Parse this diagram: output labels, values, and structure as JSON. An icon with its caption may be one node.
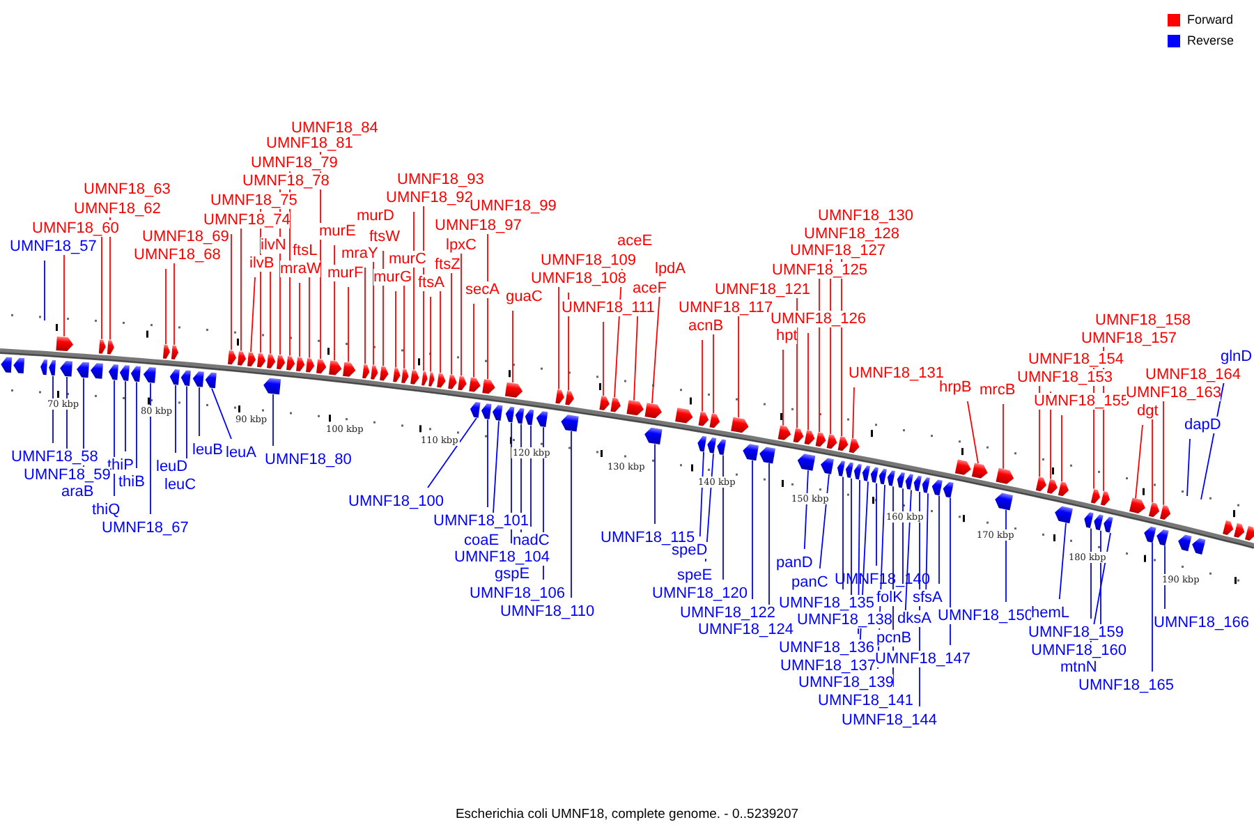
{
  "diagram": {
    "caption": "Escherichia coli UMNF18, complete genome. - 0..5239207",
    "nodes": [
      {
        "text": [
          "UMNF18_57"
        ]
      },
      {
        "text": [
          "UMNF18_60"
        ]
      },
      {
        "text": [
          "UMNF18_62"
        ]
      },
      {
        "text": [
          "UMNF18_63"
        ]
      },
      {
        "text": [
          "UMNF18_69"
        ]
      },
      {
        "text": [
          "UMNF18_68"
        ]
      },
      {
        "text": [
          "UMNF18_84"
        ]
      },
      {
        "text": [
          "UMNF18_81"
        ]
      },
      {
        "text": [
          "UMNF18_79"
        ]
      },
      {
        "text": [
          "UMNF18_78"
        ]
      },
      {
        "text": [
          "UMNF18_75"
        ]
      },
      {
        "text": [
          "UMNF18_74"
        ]
      },
      {
        "text": [
          "ilvN"
        ]
      },
      {
        "text": [
          "ilvB"
        ]
      },
      {
        "text": [
          "ftsL"
        ]
      },
      {
        "text": [
          "mraW"
        ]
      },
      {
        "text": [
          "murE"
        ]
      },
      {
        "text": [
          "murF"
        ]
      },
      {
        "text": [
          "mraY"
        ]
      },
      {
        "text": [
          "murD"
        ]
      },
      {
        "text": [
          "ftsW"
        ]
      },
      {
        "text": [
          "murG"
        ]
      },
      {
        "text": [
          "murC"
        ]
      },
      {
        "text": [
          "UMNF18_93"
        ]
      },
      {
        "text": [
          "UMNF18_92"
        ]
      },
      {
        "text": [
          "UMNF18_99"
        ]
      },
      {
        "text": [
          "UMNF18_97"
        ]
      },
      {
        "text": [
          "lpxC"
        ]
      },
      {
        "text": [
          "ftsZ"
        ]
      },
      {
        "text": [
          "ftsA"
        ]
      },
      {
        "text": [
          "secA"
        ]
      },
      {
        "text": [
          "guaC"
        ]
      },
      {
        "text": [
          "UMNF18_109"
        ]
      },
      {
        "text": [
          "UMNF18_108"
        ]
      },
      {
        "text": [
          "UMNF18_111"
        ]
      },
      {
        "text": [
          "aceE"
        ]
      },
      {
        "text": [
          "lpdA"
        ]
      },
      {
        "text": [
          "aceF"
        ]
      },
      {
        "text": [
          "UMNF18_121"
        ]
      },
      {
        "text": [
          "UMNF18_117"
        ]
      },
      {
        "text": [
          "acnB"
        ]
      },
      {
        "text": [
          "UMNF18_130"
        ]
      },
      {
        "text": [
          "UMNF18_128"
        ]
      },
      {
        "text": [
          "UMNF18_127"
        ]
      },
      {
        "text": [
          "UMNF18_125"
        ]
      },
      {
        "text": [
          "UMNF18_126"
        ]
      },
      {
        "text": [
          "hpt"
        ]
      },
      {
        "text": [
          "UMNF18_131"
        ]
      },
      {
        "text": [
          "hrpB"
        ]
      },
      {
        "text": [
          "mrcB"
        ]
      },
      {
        "text": [
          "UMNF18_158"
        ]
      },
      {
        "text": [
          "UMNF18_157"
        ]
      },
      {
        "text": [
          "UMNF18_154"
        ]
      },
      {
        "text": [
          "UMNF18_153"
        ]
      },
      {
        "text": [
          "UMNF18_155"
        ]
      },
      {
        "text": [
          "UMNF18_164"
        ]
      },
      {
        "text": [
          "UMNF18_163"
        ]
      },
      {
        "text": [
          "dgt"
        ]
      },
      {
        "text": [
          "glnD"
        ]
      },
      {
        "text": [
          "dapD"
        ]
      },
      {
        "text": [
          "UMNF18_58"
        ]
      },
      {
        "text": [
          "thiP"
        ]
      },
      {
        "text": [
          "leuD"
        ]
      },
      {
        "text": [
          "leuB"
        ]
      },
      {
        "text": [
          "leuA"
        ]
      },
      {
        "text": [
          "UMNF18_80"
        ]
      },
      {
        "text": [
          "UMNF18_59"
        ]
      },
      {
        "text": [
          "thiB"
        ]
      },
      {
        "text": [
          "leuC"
        ]
      },
      {
        "text": [
          "araB"
        ]
      },
      {
        "text": [
          "thiQ"
        ]
      },
      {
        "text": [
          "UMNF18_67"
        ]
      },
      {
        "text": [
          "UMNF18_100"
        ]
      },
      {
        "text": [
          "UMNF18_101"
        ]
      },
      {
        "text": [
          "coaE"
        ]
      },
      {
        "text": [
          "nadC"
        ]
      },
      {
        "text": [
          "UMNF18_104"
        ]
      },
      {
        "text": [
          "gspE"
        ]
      },
      {
        "text": [
          "UMNF18_106"
        ]
      },
      {
        "text": [
          "UMNF18_110"
        ]
      },
      {
        "text": [
          "UMNF18_115"
        ]
      },
      {
        "text": [
          "speD"
        ]
      },
      {
        "text": [
          "speE"
        ]
      },
      {
        "text": [
          "UMNF18_120"
        ]
      },
      {
        "text": [
          "UMNF18_122"
        ]
      },
      {
        "text": [
          "UMNF18_124"
        ]
      },
      {
        "text": [
          "panD"
        ]
      },
      {
        "text": [
          "panC"
        ]
      },
      {
        "text": [
          "UMNF18_140"
        ]
      },
      {
        "text": [
          "folK"
        ]
      },
      {
        "text": [
          "sfsA"
        ]
      },
      {
        "text": [
          "UMNF18_135"
        ]
      },
      {
        "text": [
          "UMNF18_138"
        ]
      },
      {
        "text": [
          "dksA"
        ]
      },
      {
        "text": [
          "UMNF18_150"
        ]
      },
      {
        "text": [
          "hemL"
        ]
      },
      {
        "text": [
          "UMNF18_166"
        ]
      },
      {
        "text": [
          "UMNF18_159"
        ]
      },
      {
        "text": [
          "pcnB"
        ]
      },
      {
        "text": [
          "UMNF18_136"
        ]
      },
      {
        "text": [
          "UMNF18_160"
        ]
      },
      {
        "text": [
          "UMNF18_147"
        ]
      },
      {
        "text": [
          "UMNF18_137"
        ]
      },
      {
        "text": [
          "mtnN"
        ]
      },
      {
        "text": [
          "UMNF18_139"
        ]
      },
      {
        "text": [
          "UMNF18_165"
        ]
      },
      {
        "text": [
          "UMNF18_141"
        ]
      },
      {
        "text": [
          "UMNF18_144"
        ]
      },
      {
        "text": [],
        "shape": "pentagon"
      },
      {
        "text": [],
        "shape": "pentagon"
      },
      {
        "text": [],
        "shape": "pentagon"
      },
      {
        "text": [],
        "shape": "pentagon"
      },
      {
        "text": [],
        "shape": "pentagon"
      },
      {
        "text": [],
        "shape": "pentagon"
      },
      {
        "text": [],
        "shape": "pentagon"
      },
      {
        "text": [],
        "shape": "pentagon"
      },
      {
        "text": [],
        "shape": "pentagon"
      },
      {
        "text": [],
        "shape": "pentagon"
      },
      {
        "text": [],
        "shape": "pentagon"
      },
      {
        "text": [],
        "shape": "pentagon"
      },
      {
        "text": [],
        "shape": "pentagon"
      },
      {
        "text": [],
        "shape": "pentagon"
      },
      {
        "text": [],
        "shape": "pentagon"
      },
      {
        "text": [],
        "shape": "pentagon"
      },
      {
        "text": [],
        "shape": "pentagon"
      },
      {
        "text": [],
        "shape": "pentagon"
      },
      {
        "text": [],
        "shape": "pentagon"
      },
      {
        "text": [],
        "shape": "pentagon"
      },
      {
        "text": [],
        "shape": "pentagon"
      },
      {
        "text": [],
        "shape": "pentagon"
      },
      {
        "text": [],
        "shape": "pentagon"
      },
      {
        "text": [],
        "shape": "pentagon"
      },
      {
        "text": [],
        "shape": "pentagon"
      },
      {
        "text": [],
        "shape": "pentagon"
      },
      {
        "text": [],
        "shape": "pentagon"
      },
      {
        "text": [],
        "shape": "pentagon"
      },
      {
        "text": [],
        "shape": "pentagon"
      },
      {
        "text": [],
        "shape": "pentagon"
      },
      {
        "text": [],
        "shape": "pentagon"
      },
      {
        "text": [],
        "shape": "pentagon"
      },
      {
        "text": [],
        "shape": "pentagon"
      },
      {
        "text": [],
        "shape": "pentagon"
      },
      {
        "text": [],
        "shape": "pentagon"
      },
      {
        "text": [],
        "shape": "pentagon"
      },
      {
        "text": [],
        "shape": "pentagon"
      },
      {
        "text": [],
        "shape": "pentagon"
      },
      {
        "text": [],
        "shape": "pentagon"
      },
      {
        "text": [],
        "shape": "pentagon"
      },
      {
        "text": [],
        "shape": "pentagon"
      },
      {
        "text": [],
        "shape": "pentagon"
      },
      {
        "text": [],
        "shape": "pentagon"
      },
      {
        "text": [],
        "shape": "pentagon"
      },
      {
        "text": [],
        "shape": "pentagon"
      },
      {
        "text": [],
        "shape": "pentagon"
      },
      {
        "text": [],
        "shape": "pentagon"
      },
      {
        "text": [],
        "shape": "pentagon"
      },
      {
        "text": [],
        "shape": "pentagon"
      },
      {
        "text": [],
        "shape": "pentagon"
      },
      {
        "text": [],
        "shape": "pentagon"
      },
      {
        "text": [],
        "shape": "pentagon"
      },
      {
        "text": [],
        "shape": "pentagon"
      },
      {
        "text": [],
        "shape": "pentagon"
      },
      {
        "text": [],
        "shape": "pentagon"
      },
      {
        "text": [],
        "shape": "pentagon"
      },
      {
        "text": [],
        "shape": "pentagon"
      },
      {
        "text": [],
        "shape": "pentagon"
      },
      {
        "text": [],
        "shape": "pentagon"
      },
      {
        "text": [],
        "shape": "pentagon"
      },
      {
        "text": [],
        "shape": "pentagon"
      },
      {
        "text": [],
        "shape": "pentagon"
      },
      {
        "text": [],
        "shape": "pentagon"
      },
      {
        "text": [],
        "shape": "pentagon"
      },
      {
        "text": [],
        "shape": "pentagon"
      },
      {
        "text": [],
        "shape": "pentagon"
      },
      {
        "text": [],
        "shape": "pentagon"
      },
      {
        "text": [],
        "shape": "pentagon"
      },
      {
        "text": [],
        "shape": "pentagon"
      },
      {
        "text": [],
        "shape": "pentagon"
      },
      {
        "text": [],
        "shape": "pentagon"
      },
      {
        "text": [],
        "shape": "pentagon"
      },
      {
        "text": [],
        "shape": "pentagon"
      },
      {
        "text": [],
        "shape": "pentagon"
      },
      {
        "text": [],
        "shape": "pentagon"
      },
      {
        "text": [],
        "shape": "pentagon"
      },
      {
        "text": [],
        "shape": "pentagon"
      },
      {
        "text": [],
        "shape": "pentagon"
      },
      {
        "text": [],
        "shape": "pentagon"
      },
      {
        "text": [],
        "shape": "pentagon"
      },
      {
        "text": [],
        "shape": "pentagon"
      },
      {
        "text": [],
        "shape": "pentagon"
      },
      {
        "text": [],
        "shape": "pentagon"
      },
      {
        "text": [],
        "shape": "pentagon"
      },
      {
        "text": [],
        "shape": "pentagon"
      },
      {
        "text": [],
        "shape": "pentagon"
      },
      {
        "text": [],
        "shape": "pentagon"
      },
      {
        "text": [],
        "shape": "pentagon"
      },
      {
        "text": [],
        "shape": "pentagon"
      },
      {
        "text": [],
        "shape": "pentagon"
      },
      {
        "text": [],
        "shape": "pentagon"
      },
      {
        "text": [],
        "shape": "pentagon"
      },
      {
        "text": [],
        "shape": "pentagon"
      },
      {
        "text": [],
        "shape": "pentagon"
      },
      {
        "text": [],
        "shape": "pentagon"
      },
      {
        "text": [],
        "shape": "pentagon"
      },
      {
        "text": [],
        "shape": "pentagon"
      },
      {
        "text": [],
        "shape": "pentagon"
      },
      {
        "text": [],
        "shape": "pentagon"
      },
      {
        "text": [],
        "shape": "pentagon"
      },
      {
        "text": [],
        "shape": "pentagon"
      },
      {
        "text": [],
        "shape": "pentagon"
      },
      {
        "text": [],
        "shape": "pentagon"
      },
      {
        "text": [],
        "shape": "pentagon"
      },
      {
        "text": [],
        "shape": "pentagon"
      }
    ],
    "edges": [
      {
        "from": 0,
        "to": null,
        "arrow": "none",
        "color": "#0000ff"
      },
      {
        "from": 1,
        "to": 109,
        "arrow": "none"
      },
      {
        "from": 2,
        "to": 112,
        "arrow": "none"
      },
      {
        "from": 3,
        "to": 113,
        "arrow": "none"
      },
      {
        "from": 4,
        "to": 119,
        "arrow": "none"
      },
      {
        "from": 5,
        "to": 118,
        "arrow": "none"
      },
      {
        "from": 6,
        "to": 134,
        "arrow": "none"
      },
      {
        "from": 7,
        "to": 131,
        "arrow": "none"
      },
      {
        "from": 8,
        "to": 130,
        "arrow": "none"
      },
      {
        "from": 9,
        "to": 127,
        "arrow": "none"
      },
      {
        "from": 10,
        "to": 125,
        "arrow": "none"
      },
      {
        "from": 11,
        "to": 124,
        "arrow": "none"
      },
      {
        "from": 12,
        "to": 128,
        "arrow": "none"
      },
      {
        "from": 13,
        "to": 126,
        "arrow": "none"
      },
      {
        "from": 14,
        "to": 133,
        "arrow": "none"
      },
      {
        "from": 15,
        "to": 132,
        "arrow": "none"
      },
      {
        "from": 16,
        "to": 135,
        "arrow": "none"
      },
      {
        "from": 17,
        "to": 136,
        "arrow": "none"
      },
      {
        "from": 18,
        "to": 137,
        "arrow": "none"
      },
      {
        "from": 19,
        "to": 138,
        "arrow": "none"
      },
      {
        "from": 20,
        "to": 139,
        "arrow": "none"
      },
      {
        "from": 21,
        "to": 140,
        "arrow": "none"
      },
      {
        "from": 22,
        "to": 141,
        "arrow": "none"
      },
      {
        "from": 23,
        "to": 143,
        "arrow": "none"
      },
      {
        "from": 24,
        "to": 142,
        "arrow": "none"
      },
      {
        "from": 25,
        "to": 150,
        "arrow": "none"
      },
      {
        "from": 26,
        "to": 147,
        "arrow": "none"
      },
      {
        "from": 27,
        "to": 146,
        "arrow": "none"
      },
      {
        "from": 28,
        "to": 145,
        "arrow": "none"
      },
      {
        "from": 29,
        "to": 144,
        "arrow": "none"
      },
      {
        "from": 30,
        "to": 148,
        "arrow": "none"
      },
      {
        "from": 31,
        "to": 154,
        "arrow": "none"
      },
      {
        "from": 32,
        "to": 158,
        "arrow": "none"
      },
      {
        "from": 33,
        "to": 159,
        "arrow": "none"
      },
      {
        "from": 34,
        "to": 161,
        "arrow": "none"
      },
      {
        "from": 35,
        "to": 162,
        "arrow": "none"
      },
      {
        "from": 36,
        "to": 164,
        "arrow": "none"
      },
      {
        "from": 37,
        "to": 163,
        "arrow": "none"
      },
      {
        "from": 38,
        "to": 171,
        "arrow": "none"
      },
      {
        "from": 39,
        "to": 168,
        "arrow": "none"
      },
      {
        "from": 40,
        "to": 166,
        "arrow": "none"
      },
      {
        "from": 41,
        "to": 181,
        "arrow": "none"
      },
      {
        "from": 42,
        "to": 180,
        "arrow": "none"
      },
      {
        "from": 43,
        "to": 178,
        "arrow": "none"
      },
      {
        "from": 44,
        "to": 175,
        "arrow": "none"
      },
      {
        "from": 45,
        "to": 176,
        "arrow": "none"
      },
      {
        "from": 46,
        "to": 174,
        "arrow": "none"
      },
      {
        "from": 47,
        "to": 184,
        "arrow": "none"
      },
      {
        "from": 48,
        "to": 196,
        "arrow": "none"
      },
      {
        "from": 49,
        "to": 197,
        "arrow": "none"
      },
      {
        "from": 50,
        "to": 206,
        "arrow": "none"
      },
      {
        "from": 51,
        "to": 204,
        "arrow": "none"
      },
      {
        "from": 52,
        "to": 199,
        "arrow": "none"
      },
      {
        "from": 53,
        "to": 200,
        "arrow": "none"
      },
      {
        "from": 54,
        "to": 201,
        "arrow": "none"
      },
      {
        "from": 55,
        "to": 211,
        "arrow": "none"
      },
      {
        "from": 56,
        "to": 209,
        "arrow": "none"
      },
      {
        "from": 57,
        "to": 208,
        "arrow": "none"
      },
      {
        "from": 58,
        "to": null,
        "arrow": "none",
        "color": "#0000ff"
      },
      {
        "from": 59,
        "to": null,
        "arrow": "none",
        "color": "#0000ff"
      },
      {
        "from": 60,
        "to": 108,
        "arrow": "none",
        "color": "#0000ff"
      },
      {
        "from": 61,
        "to": 115,
        "arrow": "none",
        "color": "#0000ff"
      },
      {
        "from": 62,
        "to": 120,
        "arrow": "none",
        "color": "#0000ff"
      },
      {
        "from": 63,
        "to": 122,
        "arrow": "none",
        "color": "#0000ff"
      },
      {
        "from": 64,
        "to": 123,
        "arrow": "none",
        "color": "#0000ff"
      },
      {
        "from": 65,
        "to": 129,
        "arrow": "none",
        "color": "#0000ff"
      },
      {
        "from": 66,
        "to": 110,
        "arrow": "none",
        "color": "#0000ff"
      },
      {
        "from": 67,
        "to": 116,
        "arrow": "none",
        "color": "#0000ff"
      },
      {
        "from": 68,
        "to": 121,
        "arrow": "none",
        "color": "#0000ff"
      },
      {
        "from": 69,
        "to": 111,
        "arrow": "none",
        "color": "#0000ff"
      },
      {
        "from": 70,
        "to": 114,
        "arrow": "none",
        "color": "#0000ff"
      },
      {
        "from": 71,
        "to": 117,
        "arrow": "none",
        "color": "#0000ff"
      },
      {
        "from": 72,
        "to": 149,
        "arrow": "none",
        "color": "#0000ff"
      },
      {
        "from": 73,
        "to": 151,
        "arrow": "none",
        "color": "#0000ff"
      },
      {
        "from": 74,
        "to": 152,
        "arrow": "none",
        "color": "#0000ff"
      },
      {
        "from": 75,
        "to": 156,
        "arrow": "none",
        "color": "#0000ff"
      },
      {
        "from": 76,
        "to": 153,
        "arrow": "none",
        "color": "#0000ff"
      },
      {
        "from": 77,
        "to": 155,
        "arrow": "none",
        "color": "#0000ff"
      },
      {
        "from": 78,
        "to": 157,
        "arrow": "none",
        "color": "#0000ff"
      },
      {
        "from": 79,
        "to": 160,
        "arrow": "none",
        "color": "#0000ff"
      },
      {
        "from": 80,
        "to": 165,
        "arrow": "none",
        "color": "#0000ff"
      },
      {
        "from": 81,
        "to": 167,
        "arrow": "none",
        "color": "#0000ff"
      },
      {
        "from": 82,
        "to": 169,
        "arrow": "none",
        "color": "#0000ff"
      },
      {
        "from": 83,
        "to": 170,
        "arrow": "none",
        "color": "#0000ff"
      },
      {
        "from": 84,
        "to": 172,
        "arrow": "none",
        "color": "#0000ff"
      },
      {
        "from": 85,
        "to": 173,
        "arrow": "none",
        "color": "#0000ff"
      },
      {
        "from": 86,
        "to": 177,
        "arrow": "none",
        "color": "#0000ff"
      },
      {
        "from": 87,
        "to": 179,
        "arrow": "none",
        "color": "#0000ff"
      },
      {
        "from": 88,
        "to": 187,
        "arrow": "none",
        "color": "#0000ff"
      },
      {
        "from": 89,
        "to": 190,
        "arrow": "none",
        "color": "#0000ff"
      },
      {
        "from": 90,
        "to": 194,
        "arrow": "none",
        "color": "#0000ff"
      },
      {
        "from": 91,
        "to": 182,
        "arrow": "none",
        "color": "#0000ff"
      },
      {
        "from": 92,
        "to": 183,
        "arrow": "none",
        "color": "#0000ff"
      },
      {
        "from": 93,
        "to": 193,
        "arrow": "none",
        "color": "#0000ff"
      },
      {
        "from": 94,
        "to": 198,
        "arrow": "none",
        "color": "#0000ff"
      },
      {
        "from": 95,
        "to": 202,
        "arrow": "none",
        "color": "#0000ff"
      },
      {
        "from": 96,
        "to": 212,
        "arrow": "none",
        "color": "#0000ff"
      },
      {
        "from": 97,
        "to": 203,
        "arrow": "none",
        "color": "#0000ff"
      },
      {
        "from": 98,
        "to": 191,
        "arrow": "none",
        "color": "#0000ff"
      },
      {
        "from": 99,
        "to": 185,
        "arrow": "none",
        "color": "#0000ff"
      },
      {
        "from": 100,
        "to": 205,
        "arrow": "none",
        "color": "#0000ff"
      },
      {
        "from": 101,
        "to": 195,
        "arrow": "none",
        "color": "#0000ff"
      },
      {
        "from": 102,
        "to": 186,
        "arrow": "none",
        "color": "#0000ff"
      },
      {
        "from": 103,
        "to": 207,
        "arrow": "none",
        "color": "#0000ff"
      },
      {
        "from": 104,
        "to": 188,
        "arrow": "none",
        "color": "#0000ff"
      },
      {
        "from": 105,
        "to": 210,
        "arrow": "none",
        "color": "#0000ff"
      },
      {
        "from": 106,
        "to": 189,
        "arrow": "none",
        "color": "#0000ff"
      },
      {
        "from": 107,
        "to": 192,
        "arrow": "none",
        "color": "#0000ff"
      }
    ],
    "labels": [
      "70 kbp",
      "80 kbp",
      "90 kbp",
      "100 kbp",
      "110 kbp",
      "120 kbp",
      "130 kbp",
      "140 kbp",
      "150 kbp",
      "160 kbp",
      "170 kbp",
      "180 kbp",
      "190 kbp"
    ],
    "legend": [
      {
        "text": "Forward",
        "color": "#ff0000"
      },
      {
        "text": "Reverse",
        "color": "#0000ff"
      }
    ]
  }
}
